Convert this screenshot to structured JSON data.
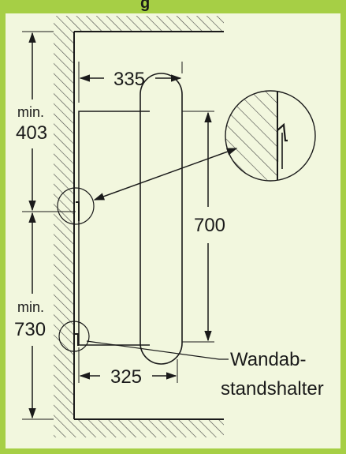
{
  "colors": {
    "border": "#a6cf45",
    "panel": "#f2f7de",
    "ink": "#1a1a1a"
  },
  "diagram": {
    "title_partial": "g",
    "dim_top_width": "335",
    "dim_bottom_width": "325",
    "dim_height": "700",
    "dim_upper_min_label": "min.",
    "dim_upper_min_value": "403",
    "dim_lower_min_label": "min.",
    "dim_lower_min_value": "730",
    "callout_line1": "Wandab-",
    "callout_line2": "standshalter"
  }
}
